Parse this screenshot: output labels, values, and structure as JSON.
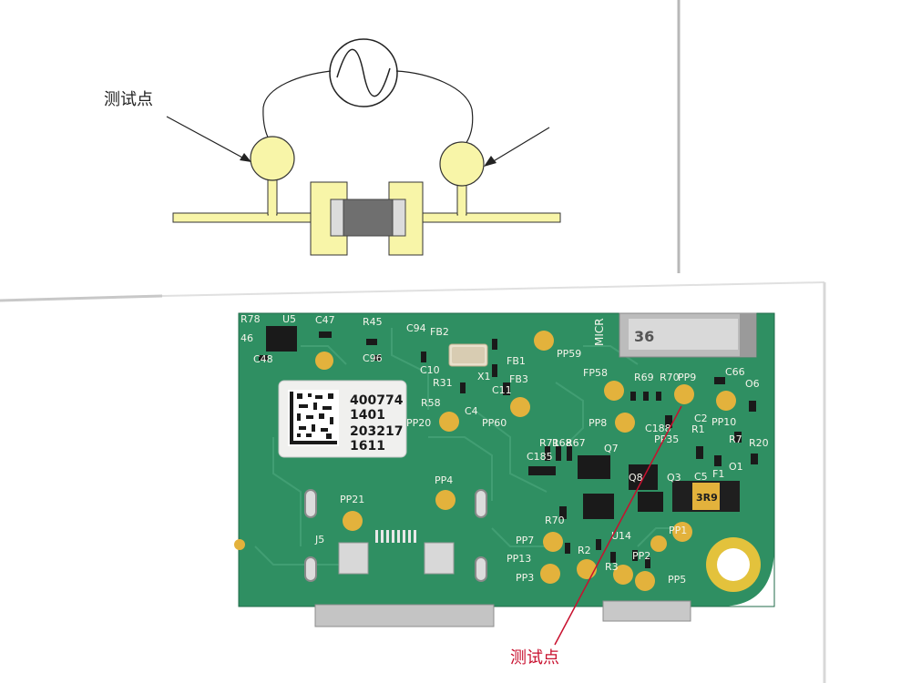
{
  "diagram": {
    "test_point_label": "测试点"
  },
  "photo": {
    "test_point_label": "测试点",
    "sticker_lines": [
      "400774",
      "1401",
      "203217",
      "1611"
    ],
    "chip_marking_36": "36",
    "chip_marking_micro": "MICR",
    "inductor_marking": "3R9",
    "silkscreen_labels": [
      "R78",
      "U5",
      "C47",
      "R45",
      "C94",
      "FB2",
      "46",
      "C48",
      "C96",
      "C10",
      "X1",
      "FB1",
      "FB3",
      "C11",
      "PP59",
      "R31",
      "R58",
      "PP20",
      "PP60",
      "C4",
      "FP58",
      "R69",
      "R70",
      "PP9",
      "C66",
      "PP8",
      "C188",
      "C2",
      "R1",
      "PP10",
      "O6",
      "C185",
      "R71",
      "R68",
      "R67",
      "Q7",
      "PP35",
      "R7",
      "O1",
      "R20",
      "C5",
      "F1",
      "Q8",
      "Q3",
      "PP4",
      "PP21",
      "R70",
      "PP7",
      "PP13",
      "PP3",
      "R2",
      "R3",
      "U14",
      "PP2",
      "PP1",
      "PP5",
      "J5"
    ]
  },
  "colors": {
    "pcb_green": "#2f8f62",
    "pad_gold": "#e3b23c",
    "diagram_yellow": "#f8f5a8",
    "annotation_red": "#c8102e"
  }
}
